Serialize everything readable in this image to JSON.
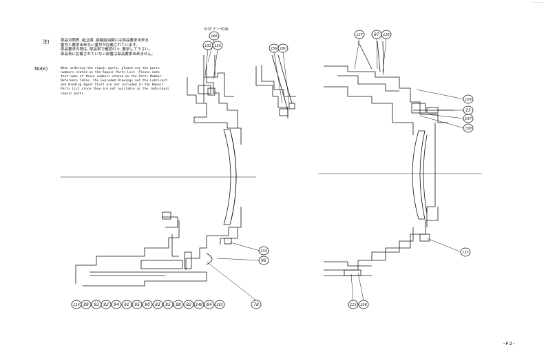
{
  "header_text": "......",
  "page_number": "-F2-",
  "top_label": "ｶﾒﾗﾎﾞﾃﾞｨｰのみ",
  "notes": {
    "jp_label": "注)",
    "jp_lines": [
      "部品対照表, 組立図, 接着給油図には部品要求出来る",
      "番号と要求出来ない番号が記載されています。",
      "部品要求の際は, 部品表で確認の上, 要求して下さい。",
      "部品表に記載されていない部番は部品要求出来ません。"
    ],
    "en_label": "Note)",
    "en_lines": [
      "When ordering the repair parts, please use the parts",
      "numbers stated on the Repair Parts List. Please note",
      "that some of those numbers stated on the Parts Number",
      "Reference Table, the Exploded Drawings and the Lubricant",
      "and Binding Agent Chart are not included in the Repair",
      "Parts List since they are not available as the individual",
      "repair parts."
    ]
  },
  "callouts": [
    {
      "id": "c166",
      "label": "166"
    },
    {
      "id": "c131",
      "label": "131"
    },
    {
      "id": "c130",
      "label": "130"
    },
    {
      "id": "c159",
      "label": "159"
    },
    {
      "id": "c160",
      "label": "160"
    },
    {
      "id": "c127",
      "label": "127"
    },
    {
      "id": "c97",
      "label": "97"
    },
    {
      "id": "c126",
      "label": "126"
    },
    {
      "id": "c129",
      "label": "129"
    },
    {
      "id": "c23",
      "label": "23"
    },
    {
      "id": "c157",
      "label": "157"
    },
    {
      "id": "c158",
      "label": "158"
    },
    {
      "id": "c134",
      "label": "134"
    },
    {
      "id": "c96",
      "label": "96"
    },
    {
      "id": "c133",
      "label": "133"
    },
    {
      "id": "c114",
      "label": "114"
    },
    {
      "id": "c89",
      "label": "89"
    },
    {
      "id": "c93",
      "label": "93"
    },
    {
      "id": "c92",
      "label": "92"
    },
    {
      "id": "c94",
      "label": "94"
    },
    {
      "id": "c91",
      "label": "91"
    },
    {
      "id": "c95",
      "label": "95"
    },
    {
      "id": "c90",
      "label": "90"
    },
    {
      "id": "c83",
      "label": "83"
    },
    {
      "id": "c85",
      "label": "85"
    },
    {
      "id": "c88",
      "label": "88"
    },
    {
      "id": "c82",
      "label": "82"
    },
    {
      "id": "c148",
      "label": "148"
    },
    {
      "id": "c84",
      "label": "84"
    },
    {
      "id": "c163",
      "label": "163"
    },
    {
      "id": "c78",
      "label": "78"
    },
    {
      "id": "c113",
      "label": "113"
    },
    {
      "id": "c106",
      "label": "106"
    }
  ]
}
